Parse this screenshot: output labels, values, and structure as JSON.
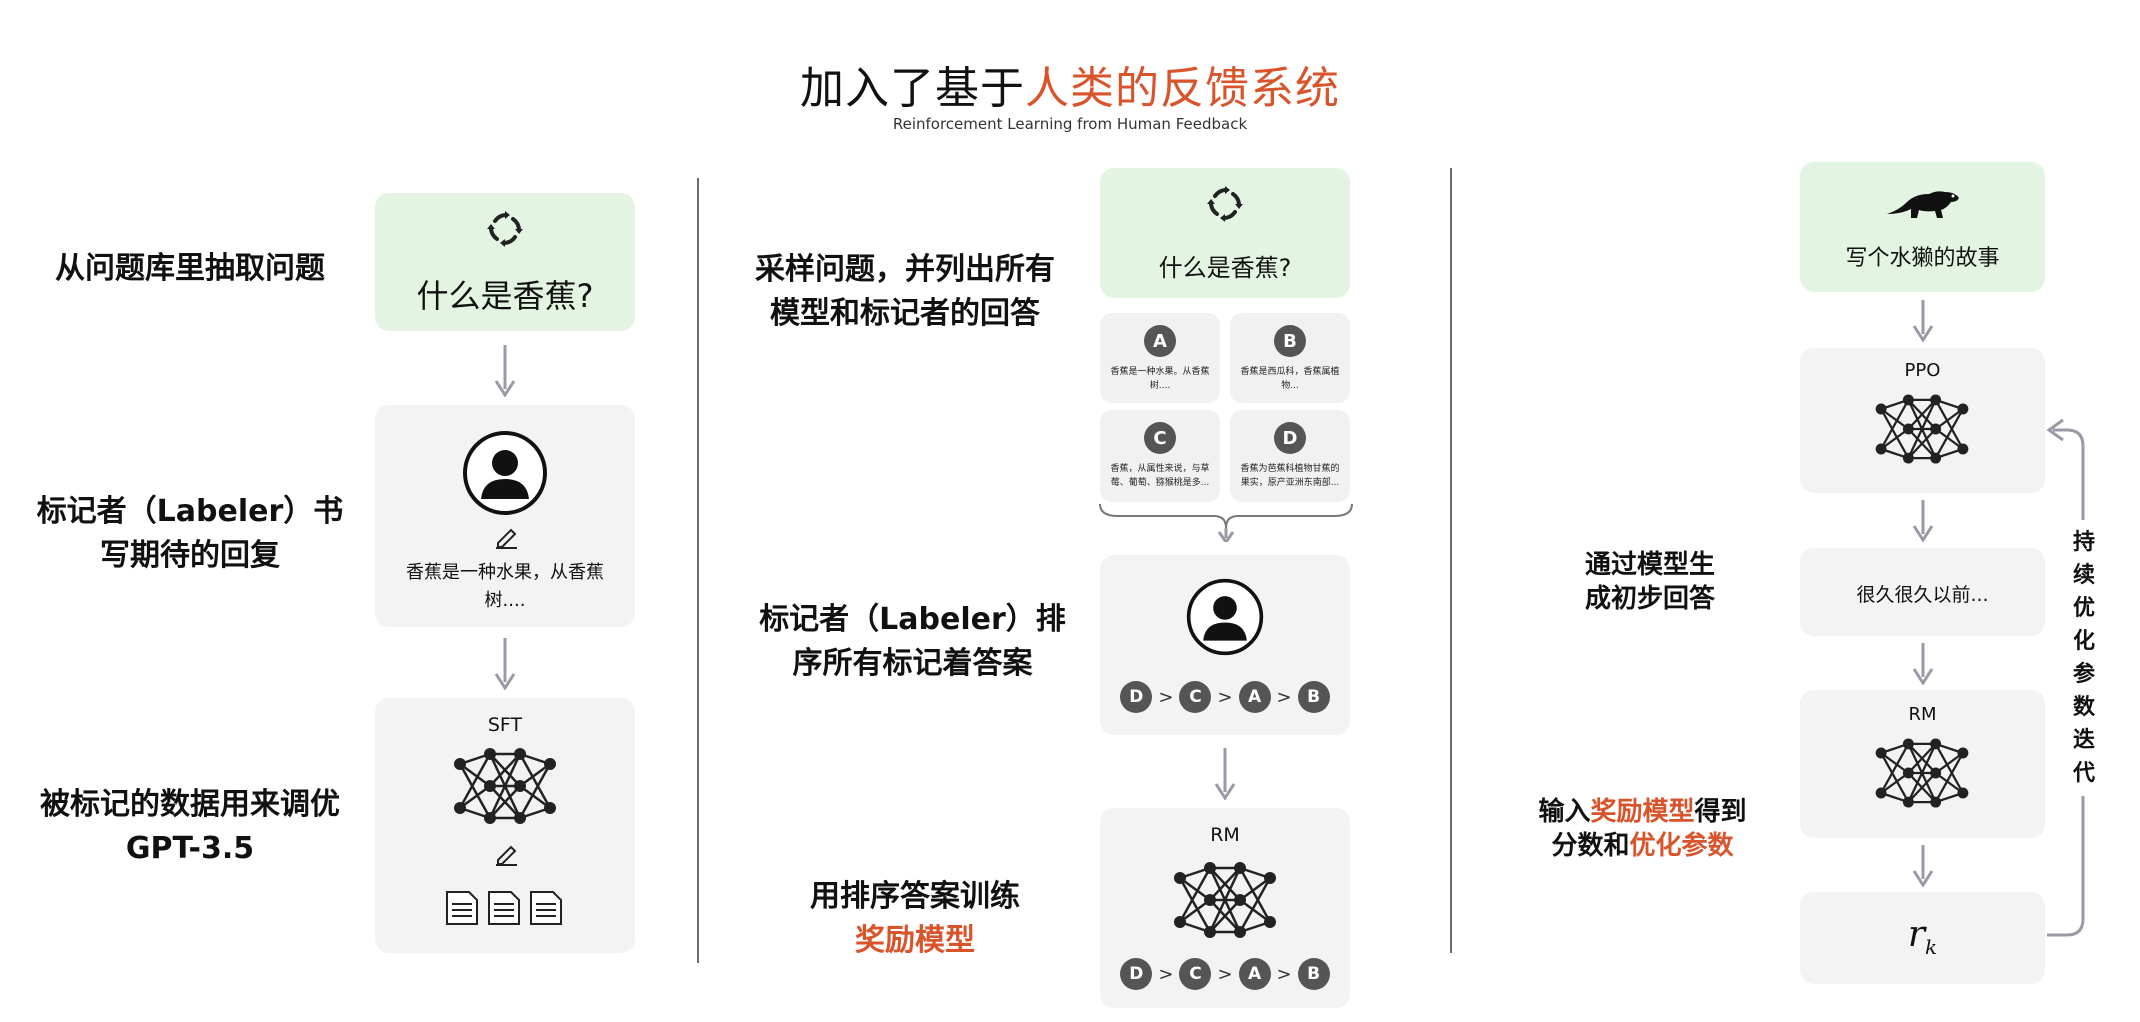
{
  "header": {
    "title_part1": "加入了基于",
    "title_part2": "人类的反馈系统",
    "subtitle": "Reinforcement Learning from Human Feedback"
  },
  "step1": {
    "label_question": "从问题库里抽取问题",
    "prompt": "什么是香蕉?",
    "label_labeler_line1": "标记者（Labeler）书",
    "label_labeler_line2": "写期待的回复",
    "answer_line1": "香蕉是一种水果，从香蕉",
    "answer_line2": "树....",
    "label_tune_line1": "被标记的数据用来调优",
    "label_tune_line2": "GPT-3.5",
    "model_name": "SFT"
  },
  "step2": {
    "label_sample_line1": "采样问题，并列出所有",
    "label_sample_line2": "模型和标记者的回答",
    "prompt": "什么是香蕉?",
    "answers": [
      {
        "letter": "A",
        "text": "香蕉是一种水果。从香蕉树...."
      },
      {
        "letter": "B",
        "text": "香蕉是西瓜科，香蕉属植物..."
      },
      {
        "letter": "C",
        "text": "香蕉，从属性来说，与草莓、葡萄、猕猴桃是多..."
      },
      {
        "letter": "D",
        "text": "香蕉为芭蕉科植物甘蕉的果实，原产亚洲东南部..."
      }
    ],
    "label_rank_line1": "标记者（Labeler）排",
    "label_rank_line2": "序所有标记着答案",
    "ranking": [
      "D",
      "C",
      "A",
      "B"
    ],
    "rank_separator": ">",
    "label_train_line1": "用排序答案训练",
    "label_train_line2": "奖励模型",
    "model_name": "RM"
  },
  "step3": {
    "prompt": "写个水獭的故事",
    "policy_name": "PPO",
    "label_generate_line1": "通过模型生",
    "label_generate_line2": "成初步回答",
    "output": "很久很久以前...",
    "reward_name": "RM",
    "label_reward_part1": "输入",
    "label_reward_part2": "奖励模型",
    "label_reward_part3": "得到",
    "label_reward_part4": "分数和",
    "label_reward_part5": "优化参数",
    "reward_symbol": "r",
    "reward_subscript": "k",
    "loop_label": [
      "持",
      "续",
      "优",
      "化",
      "参",
      "数",
      "迭",
      "代"
    ]
  },
  "colors": {
    "highlight": "#d9532b",
    "prompt_bg": "#e4f4e3",
    "card_bg": "#f3f3f3",
    "arrow": "#9a9aa6"
  },
  "icons": [
    "refresh-icon",
    "person-icon",
    "pencil-icon",
    "neural-network-icon",
    "document-icon",
    "otter-icon",
    "loop-arrow-icon",
    "down-arrow-icon"
  ]
}
